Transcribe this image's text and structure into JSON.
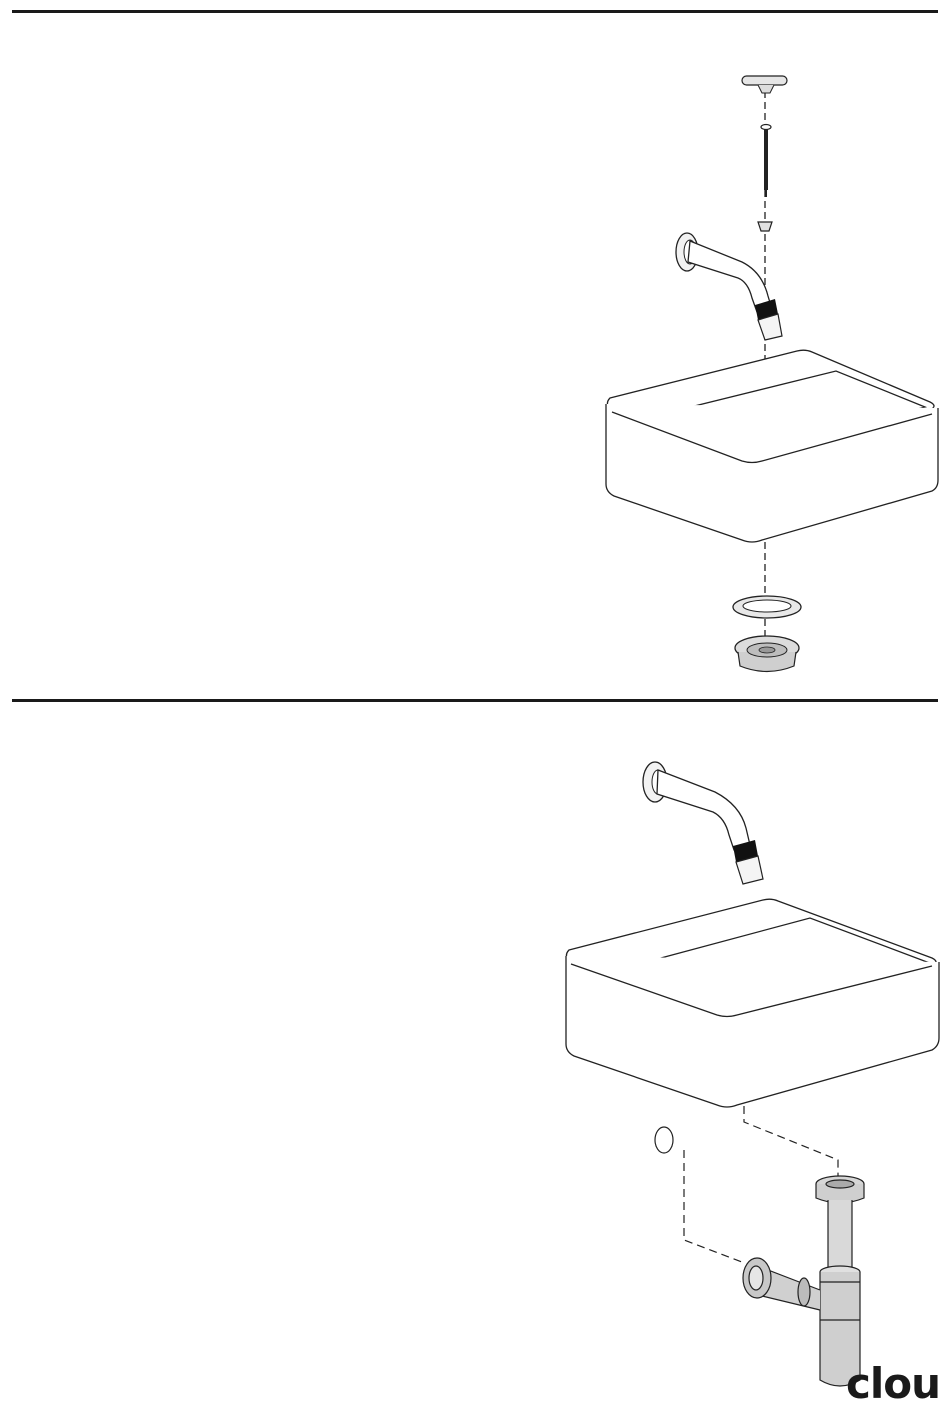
{
  "brand": {
    "logo_text": "clou"
  },
  "panels": [
    {
      "id": "step-1",
      "content": "exploded-assembly-faucet-basin-drain"
    },
    {
      "id": "step-2",
      "content": "assembled-basin-with-bottle-trap"
    }
  ],
  "icons": [
    "faucet-icon",
    "basin-icon",
    "screw-icon",
    "drain-plug-icon",
    "bottle-trap-icon"
  ]
}
